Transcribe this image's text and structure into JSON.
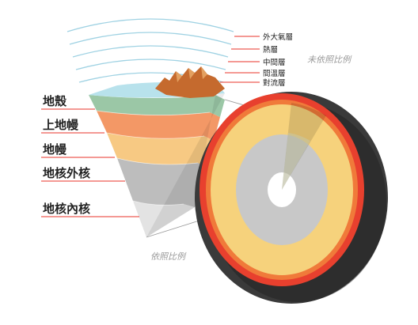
{
  "earth_layers": [
    {
      "label": "地殼",
      "color": "#9bc7a6"
    },
    {
      "label": "上地幔",
      "color": "#f39866"
    },
    {
      "label": "地幔",
      "color": "#f7c983"
    },
    {
      "label": "地核外核",
      "color": "#bdbdbd"
    },
    {
      "label": "地核內核",
      "color": "#e3e3e3"
    }
  ],
  "atmosphere_layers": [
    {
      "label": "外大氣層"
    },
    {
      "label": "熱層"
    },
    {
      "label": "中間層"
    },
    {
      "label": "間溫層"
    },
    {
      "label": "對流層"
    }
  ],
  "notes": {
    "not_to_scale": "未依照比例",
    "to_scale": "依照比例"
  },
  "colors": {
    "label_line": "#e8332a",
    "atmosphere_line": "#9fd2e3",
    "crust_top": "#b8e2ec",
    "mountain": "#c56a2e",
    "sphere_shell": "#3a3a3a",
    "sphere_rim": "#e8402e",
    "mantle": "#f6d27c",
    "outer_core": "#c8c8c8",
    "inner_core": "#ffffff"
  }
}
